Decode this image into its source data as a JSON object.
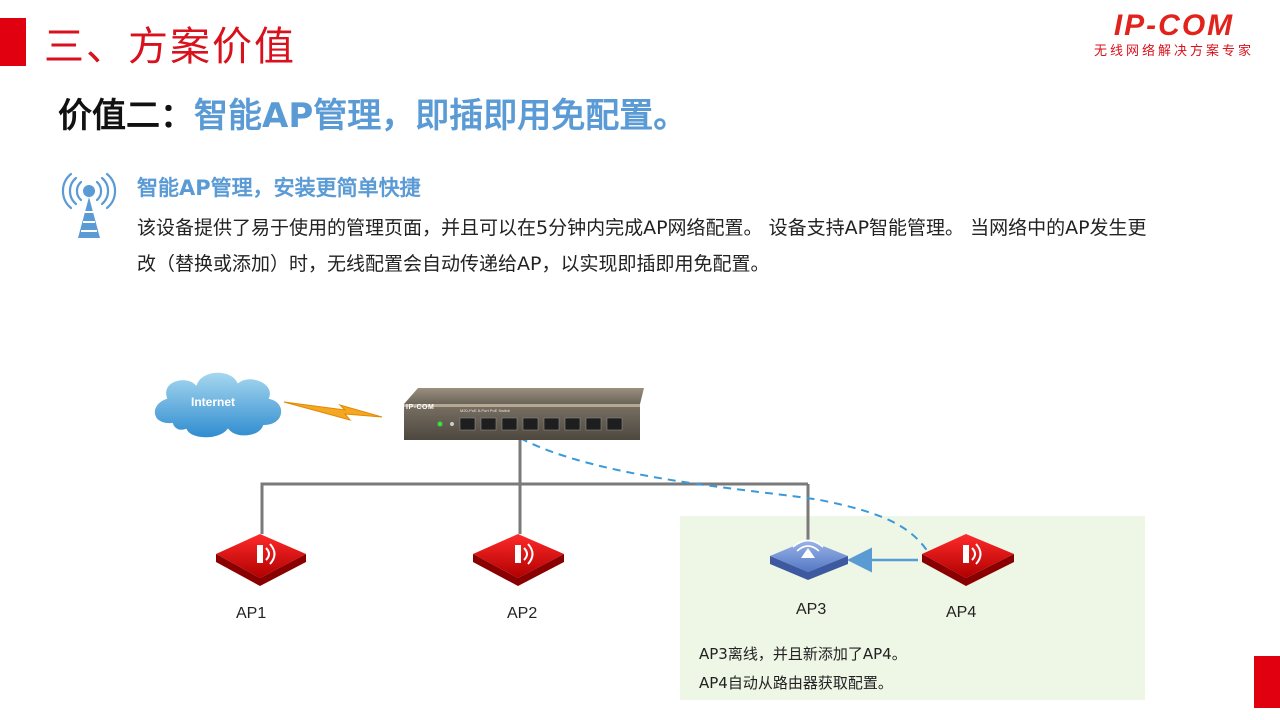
{
  "header": {
    "section_title": "三、方案价值",
    "brand_logo": "IP-COM",
    "brand_tagline": "无线网络解决方案专家"
  },
  "headline": {
    "prefix": "价值二：",
    "value": "智能AP管理，即插即用免配置。"
  },
  "feature": {
    "icon": "wireless-tower-icon",
    "title": "智能AP管理，安装更简单快捷",
    "description": "该设备提供了易于使用的管理页面，并且可以在5分钟内完成AP网络配置。 设备支持AP智能管理。 当网络中的AP发生更改（替换或添加）时，无线配置会自动传递给AP，以实现即插即用免配置。"
  },
  "diagram": {
    "internet_label": "Internet",
    "router_brand": "IP-COM",
    "router_model": "M20-PoE  8-Port PoE Switch",
    "aps": [
      {
        "label": "AP1"
      },
      {
        "label": "AP2"
      },
      {
        "label": "AP3"
      },
      {
        "label": "AP4"
      }
    ],
    "notes": [
      "AP3离线，并且新添加了AP4。",
      "AP4自动从路由器获取配置。"
    ]
  },
  "colors": {
    "accent_red": "#e0000f",
    "accent_blue": "#5b9bd5",
    "highlight_zone": "#eef6e6"
  }
}
